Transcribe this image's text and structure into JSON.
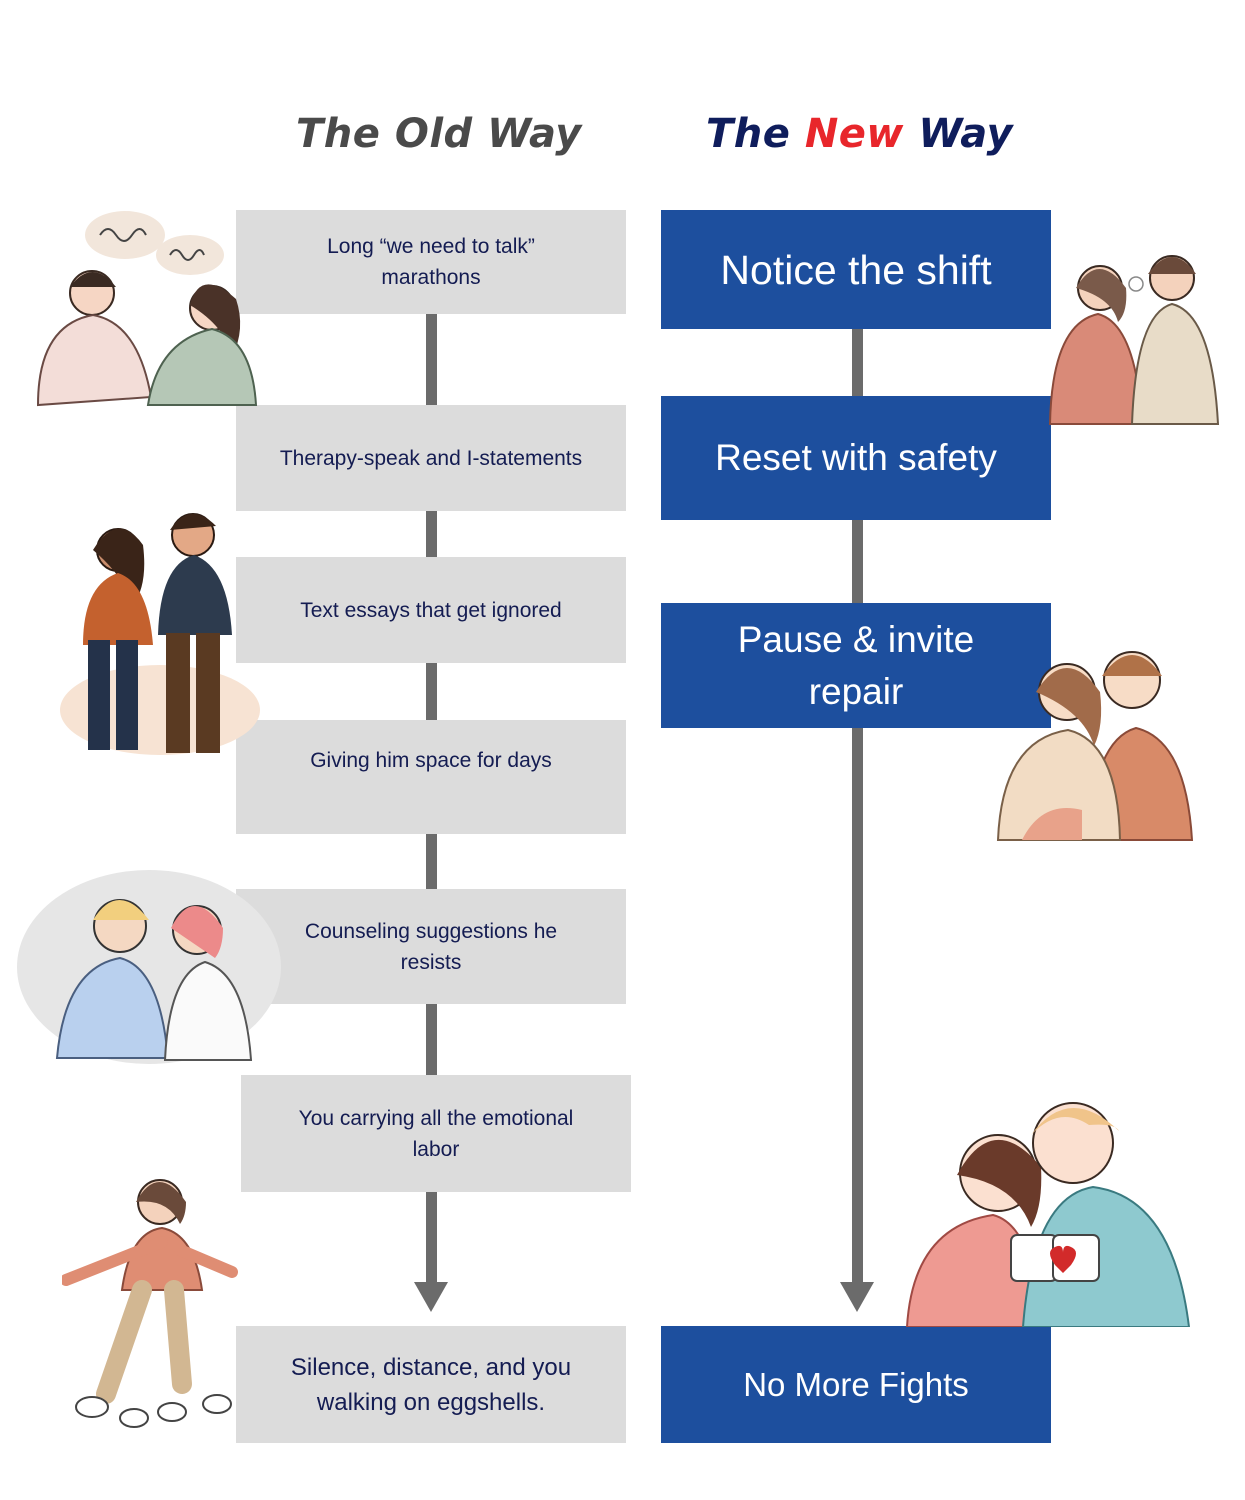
{
  "headings": {
    "old": "The Old Way",
    "new_prefix": "The ",
    "new_accent": "New",
    "new_suffix": " Way"
  },
  "old_way": {
    "steps": [
      "Long “we need to talk” marathons",
      "Therapy-speak and I-statements",
      "Text essays that get ignored",
      "Giving him space for days",
      "Counseling suggestions he resists",
      "You carrying all the emotional labor",
      "Silence, distance, and you walking on eggshells."
    ]
  },
  "new_way": {
    "steps": [
      "Notice the shift",
      "Reset with safety",
      "Pause & invite repair",
      "No More Fights"
    ]
  },
  "colors": {
    "old_box": "#dcdcdc",
    "new_box": "#1d4f9e",
    "old_text": "#141c52",
    "new_accent": "#e8262b",
    "connector": "#6b6b6b"
  },
  "illustrations": [
    "arguing-couple-icon",
    "fighting-couple-icon",
    "back-to-back-couple-icon",
    "walking-on-eggshells-icon",
    "upset-couple-icon",
    "comforting-couple-icon",
    "coffee-couple-icon"
  ]
}
